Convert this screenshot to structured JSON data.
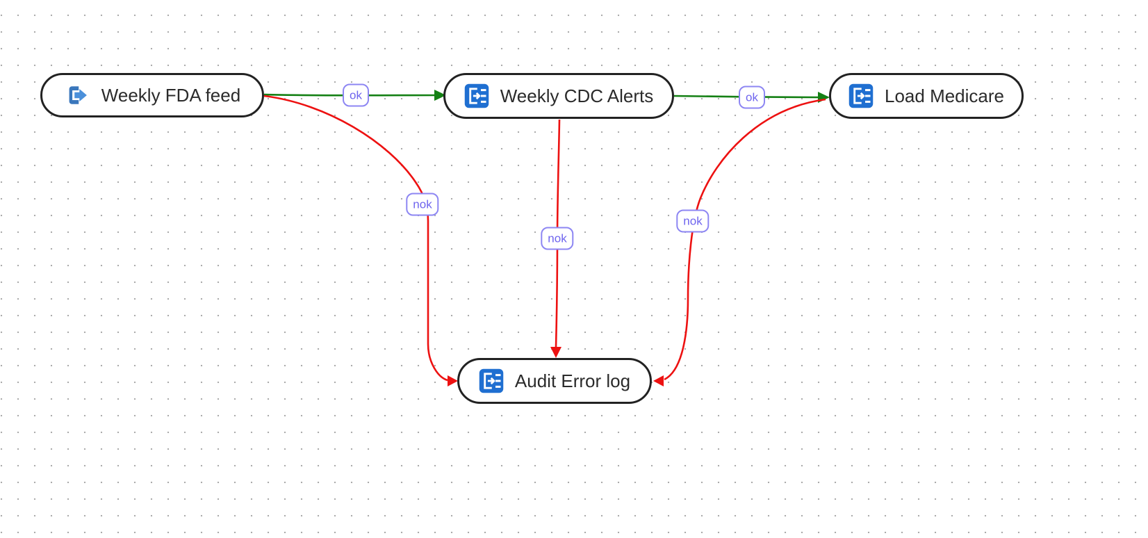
{
  "canvas": {
    "kind": "workflow-topology",
    "background_dot_color": "#ababab",
    "background_color": "#ffffff"
  },
  "colors": {
    "success_edge": "#148014",
    "error_edge": "#ed1111",
    "edge_label_border": "#8d86f3",
    "edge_label_text": "#6e64ee",
    "node_border": "#222222",
    "node_background": "#ffffff",
    "node_text": "#2b2b2b",
    "task_icon_blue": "#1f6fd1",
    "trigger_icon_blue": "#3a77bc",
    "trigger_arrow_blue": "#4b90da"
  },
  "nodes": [
    {
      "id": "weekly-fda-feed",
      "label": "Weekly FDA feed",
      "icon": "export-arrow-icon"
    },
    {
      "id": "weekly-cdc-alerts",
      "label": "Weekly CDC Alerts",
      "icon": "task-list-icon"
    },
    {
      "id": "load-medicare",
      "label": "Load Medicare",
      "icon": "task-list-icon"
    },
    {
      "id": "audit-error-log",
      "label": "Audit Error log",
      "icon": "task-list-icon"
    }
  ],
  "edges": [
    {
      "from": "weekly-fda-feed",
      "to": "weekly-cdc-alerts",
      "label": "ok",
      "status": "success"
    },
    {
      "from": "weekly-cdc-alerts",
      "to": "load-medicare",
      "label": "ok",
      "status": "success"
    },
    {
      "from": "weekly-fda-feed",
      "to": "audit-error-log",
      "label": "nok",
      "status": "error"
    },
    {
      "from": "weekly-cdc-alerts",
      "to": "audit-error-log",
      "label": "nok",
      "status": "error"
    },
    {
      "from": "load-medicare",
      "to": "audit-error-log",
      "label": "nok",
      "status": "error"
    }
  ]
}
